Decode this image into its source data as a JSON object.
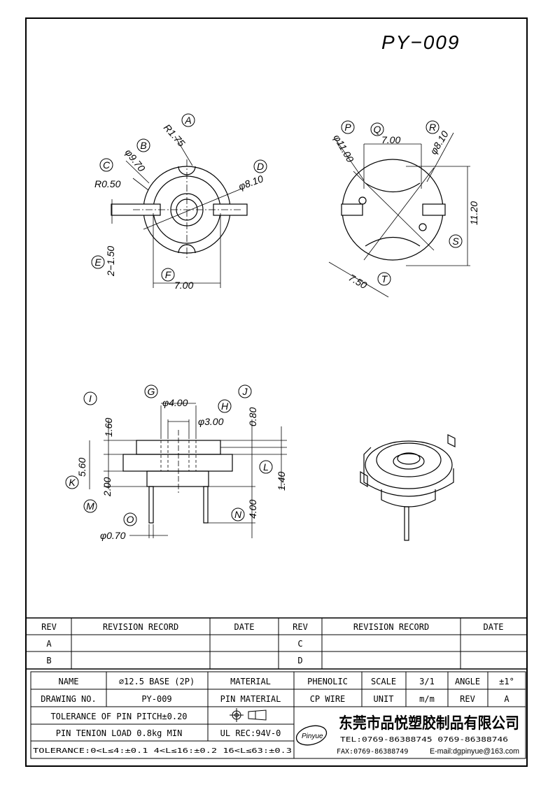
{
  "drawing": {
    "part_number": "PY−009",
    "top_view": {
      "callouts": [
        "A",
        "B",
        "C",
        "D",
        "E",
        "F"
      ],
      "dims": {
        "r175": "R1.75",
        "d970": "φ9.70",
        "r050": "R0.50",
        "d810": "φ8.10",
        "slot": "2−1.50",
        "w700": "7.00"
      }
    },
    "bottom_view": {
      "callouts": [
        "P",
        "Q",
        "R",
        "S",
        "T"
      ],
      "dims": {
        "d1100": "φ11.00",
        "w700": "7.00",
        "d810": "φ8.10",
        "h1120": "11.20",
        "c750": "7.50"
      }
    },
    "side_view": {
      "callouts": [
        "G",
        "H",
        "I",
        "J",
        "K",
        "L",
        "M",
        "N",
        "O"
      ],
      "dims": {
        "d400": "φ4.00",
        "d300": "φ3.00",
        "h160": "1.60",
        "h080": "0.80",
        "h560": "5.60",
        "h140": "1.40",
        "h200": "2.00",
        "h400": "4.00",
        "d070": "φ0.70"
      }
    }
  },
  "revision_table": {
    "headers": [
      "REV",
      "REVISION RECORD",
      "DATE",
      "REV",
      "REVISION RECORD",
      "DATE"
    ],
    "rows": [
      [
        "A",
        "",
        "",
        "C",
        "",
        ""
      ],
      [
        "B",
        "",
        "",
        "D",
        "",
        ""
      ]
    ]
  },
  "title_block": {
    "name_label": "NAME",
    "name_value": "∅12.5 BASE (2P)",
    "material_label": "MATERIAL",
    "material_value": "PHENOLIC",
    "scale_label": "SCALE",
    "scale_value": "3/1",
    "angle_label": "ANGLE",
    "angle_value": "±1°",
    "drawing_no_label": "DRAWING NO.",
    "drawing_no_value": "PY-009",
    "pin_material_label": "PIN MATERIAL",
    "pin_material_value": "CP WIRE",
    "unit_label": "UNIT",
    "unit_value": "m/m",
    "rev_label": "REV",
    "rev_value": "A",
    "tol_pitch": "TOLERANCE OF PIN PITCH±0.20",
    "pin_tension": "PIN TENION LOAD 0.8kg MIN",
    "ul_rec": "UL REC:94V-0",
    "tol_general": "TOLERANCE:0<L≤4:±0.1  4<L≤16:±0.2  16<L≤63:±0.3",
    "company_cn": "东莞市品悦塑胶制品有限公司",
    "logo_text": "Pinyue",
    "tel": "TEL:0769-86388745   0769-86388746",
    "fax": "FAX:0769-86388749",
    "email": "E-mail:dgpinyue@163.com"
  }
}
